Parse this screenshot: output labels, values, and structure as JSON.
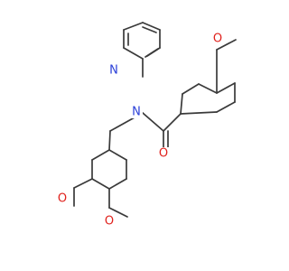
{
  "molecule": {
    "atom_labels": {
      "n_pyridine": "N",
      "n_amide": "N",
      "o_carbonyl": "O",
      "o_methoxy_top": "O",
      "o_methoxy_3": "O",
      "o_methoxy_4": "O"
    },
    "colors": {
      "bond": "#3a3a3a",
      "nitrogen": "#2a3fd8",
      "oxygen": "#e0201b",
      "background": "#ffffff"
    }
  }
}
